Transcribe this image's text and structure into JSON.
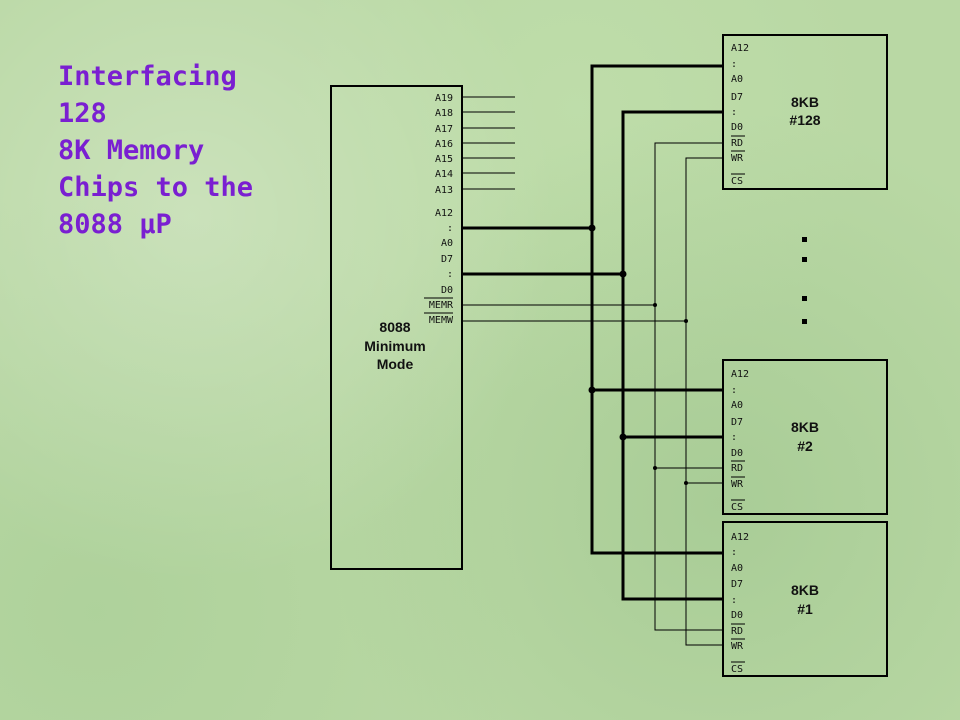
{
  "title": {
    "lines": [
      "Interfacing",
      "128",
      "8K Memory",
      "Chips to the"
    ],
    "last_prefix": "8088 ",
    "mu": "μ",
    "last_suffix": "P"
  },
  "cpu": {
    "label_lines": [
      "8088",
      "Minimum",
      "Mode"
    ],
    "address_pins_high": [
      "A19",
      "A18",
      "A17",
      "A16",
      "A15",
      "A14",
      "A13"
    ],
    "address_pins_low": [
      "A12",
      ":",
      "A0"
    ],
    "data_pins": [
      "D7",
      ":",
      "D0"
    ],
    "control_pins": [
      "MEMR",
      "MEMW"
    ]
  },
  "chips": [
    {
      "name": "8KB",
      "number": "#128"
    },
    {
      "name": "8KB",
      "number": "#2"
    },
    {
      "name": "8KB",
      "number": "#1"
    }
  ],
  "chip_pins": [
    "A12",
    ":",
    "A0",
    "D7",
    ":",
    "D0",
    "RD",
    "WR",
    "CS"
  ],
  "colors": {
    "title": "#7a1fd1",
    "background": "#b9d8a4",
    "wires": "#000000"
  }
}
